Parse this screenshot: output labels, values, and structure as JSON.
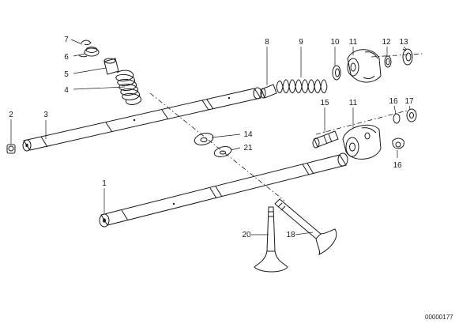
{
  "diagram": {
    "reference": "00000177",
    "callouts": [
      {
        "id": "c1",
        "text": "1"
      },
      {
        "id": "c2",
        "text": "2"
      },
      {
        "id": "c3",
        "text": "3"
      },
      {
        "id": "c4",
        "text": "4"
      },
      {
        "id": "c5",
        "text": "5"
      },
      {
        "id": "c6",
        "text": "6"
      },
      {
        "id": "c7",
        "text": "7"
      },
      {
        "id": "c8",
        "text": "8"
      },
      {
        "id": "c9",
        "text": "9"
      },
      {
        "id": "c10",
        "text": "10"
      },
      {
        "id": "c11a",
        "text": "11"
      },
      {
        "id": "c11b",
        "text": "11"
      },
      {
        "id": "c12",
        "text": "12"
      },
      {
        "id": "c13",
        "text": "13"
      },
      {
        "id": "c14",
        "text": "14"
      },
      {
        "id": "c15",
        "text": "15"
      },
      {
        "id": "c16a",
        "text": "16"
      },
      {
        "id": "c16b",
        "text": "16"
      },
      {
        "id": "c17",
        "text": "17"
      },
      {
        "id": "c18",
        "text": "18"
      },
      {
        "id": "c20",
        "text": "20"
      },
      {
        "id": "c21",
        "text": "21"
      }
    ]
  }
}
